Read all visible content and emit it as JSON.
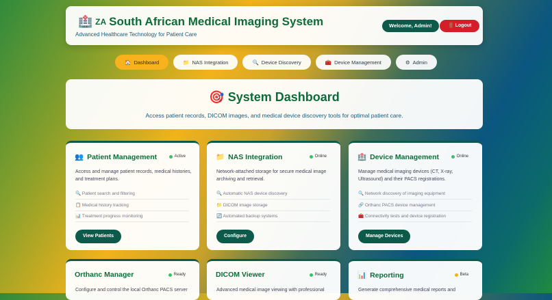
{
  "header": {
    "icon": "hospital-icon",
    "flag": "ZA",
    "title": "South African Medical Imaging System",
    "subtitle": "Advanced Healthcare Technology for Patient Care",
    "welcome": "Welcome, Admin!",
    "logout": "Logout"
  },
  "nav": [
    {
      "label": "Dashboard",
      "icon": "🏠",
      "active": true
    },
    {
      "label": "NAS Integration",
      "icon": "📁"
    },
    {
      "label": "Device Discovery",
      "icon": "🔍"
    },
    {
      "label": "Device Management",
      "icon": "🧰"
    },
    {
      "label": "Admin",
      "icon": "⚙"
    }
  ],
  "hero": {
    "icon": "🎯",
    "title": "System Dashboard",
    "text": "Access patient records, DICOM images, and medical device discovery tools for optimal patient care."
  },
  "cards": [
    {
      "icon": "👥",
      "title": "Patient Management",
      "status": "Active",
      "desc": "Access and manage patient records, medical histories, and treatment plans.",
      "features": [
        [
          "🔍",
          "Patient search and filtering"
        ],
        [
          "📋",
          "Medical history tracking"
        ],
        [
          "📊",
          "Treatment progress monitoring"
        ]
      ],
      "button": "View Patients"
    },
    {
      "icon": "📁",
      "title": "NAS Integration",
      "status": "Online",
      "desc": "Network-attached storage for secure medical image archiving and retrieval.",
      "features": [
        [
          "🔍",
          "Automatic NAS device discovery"
        ],
        [
          "📁",
          "DICOM image storage"
        ],
        [
          "🔄",
          "Automated backup systems"
        ]
      ],
      "button": "Configure"
    },
    {
      "icon": "🏥",
      "title": "Device Management",
      "status": "Online",
      "desc": "Manage medical imaging devices (CT, X-ray, Ultrasound) and their PACS registrations.",
      "features": [
        [
          "🔍",
          "Network discovery of imaging equipment"
        ],
        [
          "🔗",
          "Orthanc PACS device management"
        ],
        [
          "🧰",
          "Connectivity tests and device registration"
        ]
      ],
      "button": "Manage Devices"
    },
    {
      "icon": "",
      "title": "Orthanc Manager",
      "status": "Ready",
      "desc": "Configure and control the local Orthanc PACS server"
    },
    {
      "icon": "",
      "title": "DICOM Viewer",
      "status": "Ready",
      "desc": "Advanced medical image viewing with professional"
    },
    {
      "icon": "📊",
      "title": "Reporting",
      "status": "Beta",
      "statusColor": "#f2b21c",
      "desc": "Generate comprehensive medical reports and"
    }
  ]
}
